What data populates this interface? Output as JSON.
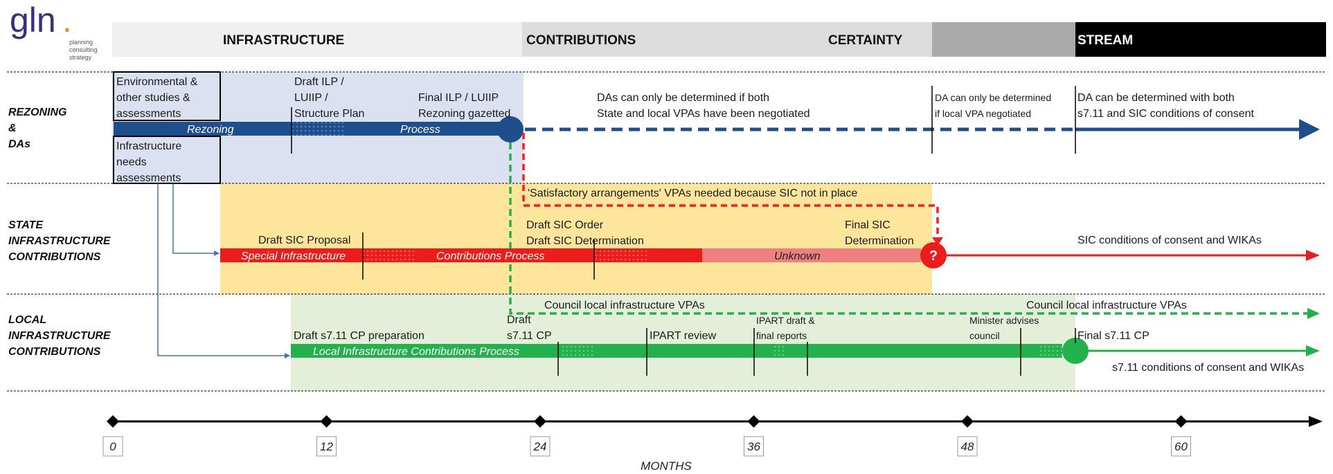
{
  "logo": {
    "text": "gln",
    "dot": ".",
    "tagline": [
      "planning",
      "consulting",
      "strategy"
    ]
  },
  "header": {
    "infrastructure": "INFRASTRUCTURE",
    "contributions": "CONTRIBUTIONS",
    "certainty": "CERTAINTY",
    "stream": "STREAM"
  },
  "rows": {
    "rezoning": [
      "REZONING",
      "&",
      "DAs"
    ],
    "state": [
      "STATE",
      "INFRASTRUCTURE",
      "CONTRIBUTIONS"
    ],
    "local": [
      "LOCAL",
      "INFRASTRUCTURE",
      "CONTRIBUTIONS"
    ]
  },
  "rezoning": {
    "env": [
      "Environmental &",
      "other studies &",
      "assessments"
    ],
    "infra": [
      "Infrastructure",
      "needs",
      "assessments"
    ],
    "draft_ilp": [
      "Draft ILP /",
      "LUIIP /",
      "Structure Plan"
    ],
    "final_ilp": [
      "Final ILP / LUIIP",
      "Rezoning gazetted"
    ],
    "bar_label_1": "Rezoning",
    "bar_label_2": "Process",
    "das_both": [
      "DAs can only be determined if both",
      "State and local VPAs have been negotiated"
    ],
    "da_local": [
      "DA can only be determined",
      "if local VPA negotiated"
    ],
    "da_both": [
      "DA can be determined with both",
      "s7.11 and SIC conditions of consent"
    ]
  },
  "state": {
    "satisfactory": "'Satisfactory arrangements' VPAs needed because SIC not in place",
    "draft_sic_proposal": "Draft SIC Proposal",
    "draft_sic_order": [
      "Draft SIC Order",
      "Draft SIC Determination"
    ],
    "final_sic": [
      "Final SIC",
      "Determination"
    ],
    "bar_label_1": "Special Infrastructure",
    "bar_label_2": "Contributions Process",
    "bar_label_3": "Unknown",
    "question": "?",
    "sic_conditions": "SIC conditions of consent and WIKAs"
  },
  "local": {
    "council_vpas_1": "Council local infrastructure VPAs",
    "council_vpas_2": "Council local infrastructure VPAs",
    "draft_cp_prep": "Draft s7.11 CP preparation",
    "draft_cp": [
      "Draft",
      "s7.11 CP"
    ],
    "ipart_review": "IPART review",
    "ipart_draft": [
      "IPART draft &",
      "final reports"
    ],
    "minister": [
      "Minister advises",
      "council"
    ],
    "final_cp": "Final s7.11 CP",
    "bar_label": "Local Infrastructure Contributions Process",
    "s711_conditions": "s7.11 conditions of consent and WIKAs"
  },
  "axis": {
    "label": "MONTHS",
    "ticks": [
      "0",
      "12",
      "24",
      "36",
      "48",
      "60"
    ]
  },
  "colors": {
    "navy": "#1f4e8c",
    "red": "#ee1b1b",
    "green": "#22b14c",
    "yellow_band": "#fde59b",
    "blue_band": "#dbe1f1",
    "green_band": "#e3efd9",
    "dashed_red": "#ff1a1a"
  }
}
